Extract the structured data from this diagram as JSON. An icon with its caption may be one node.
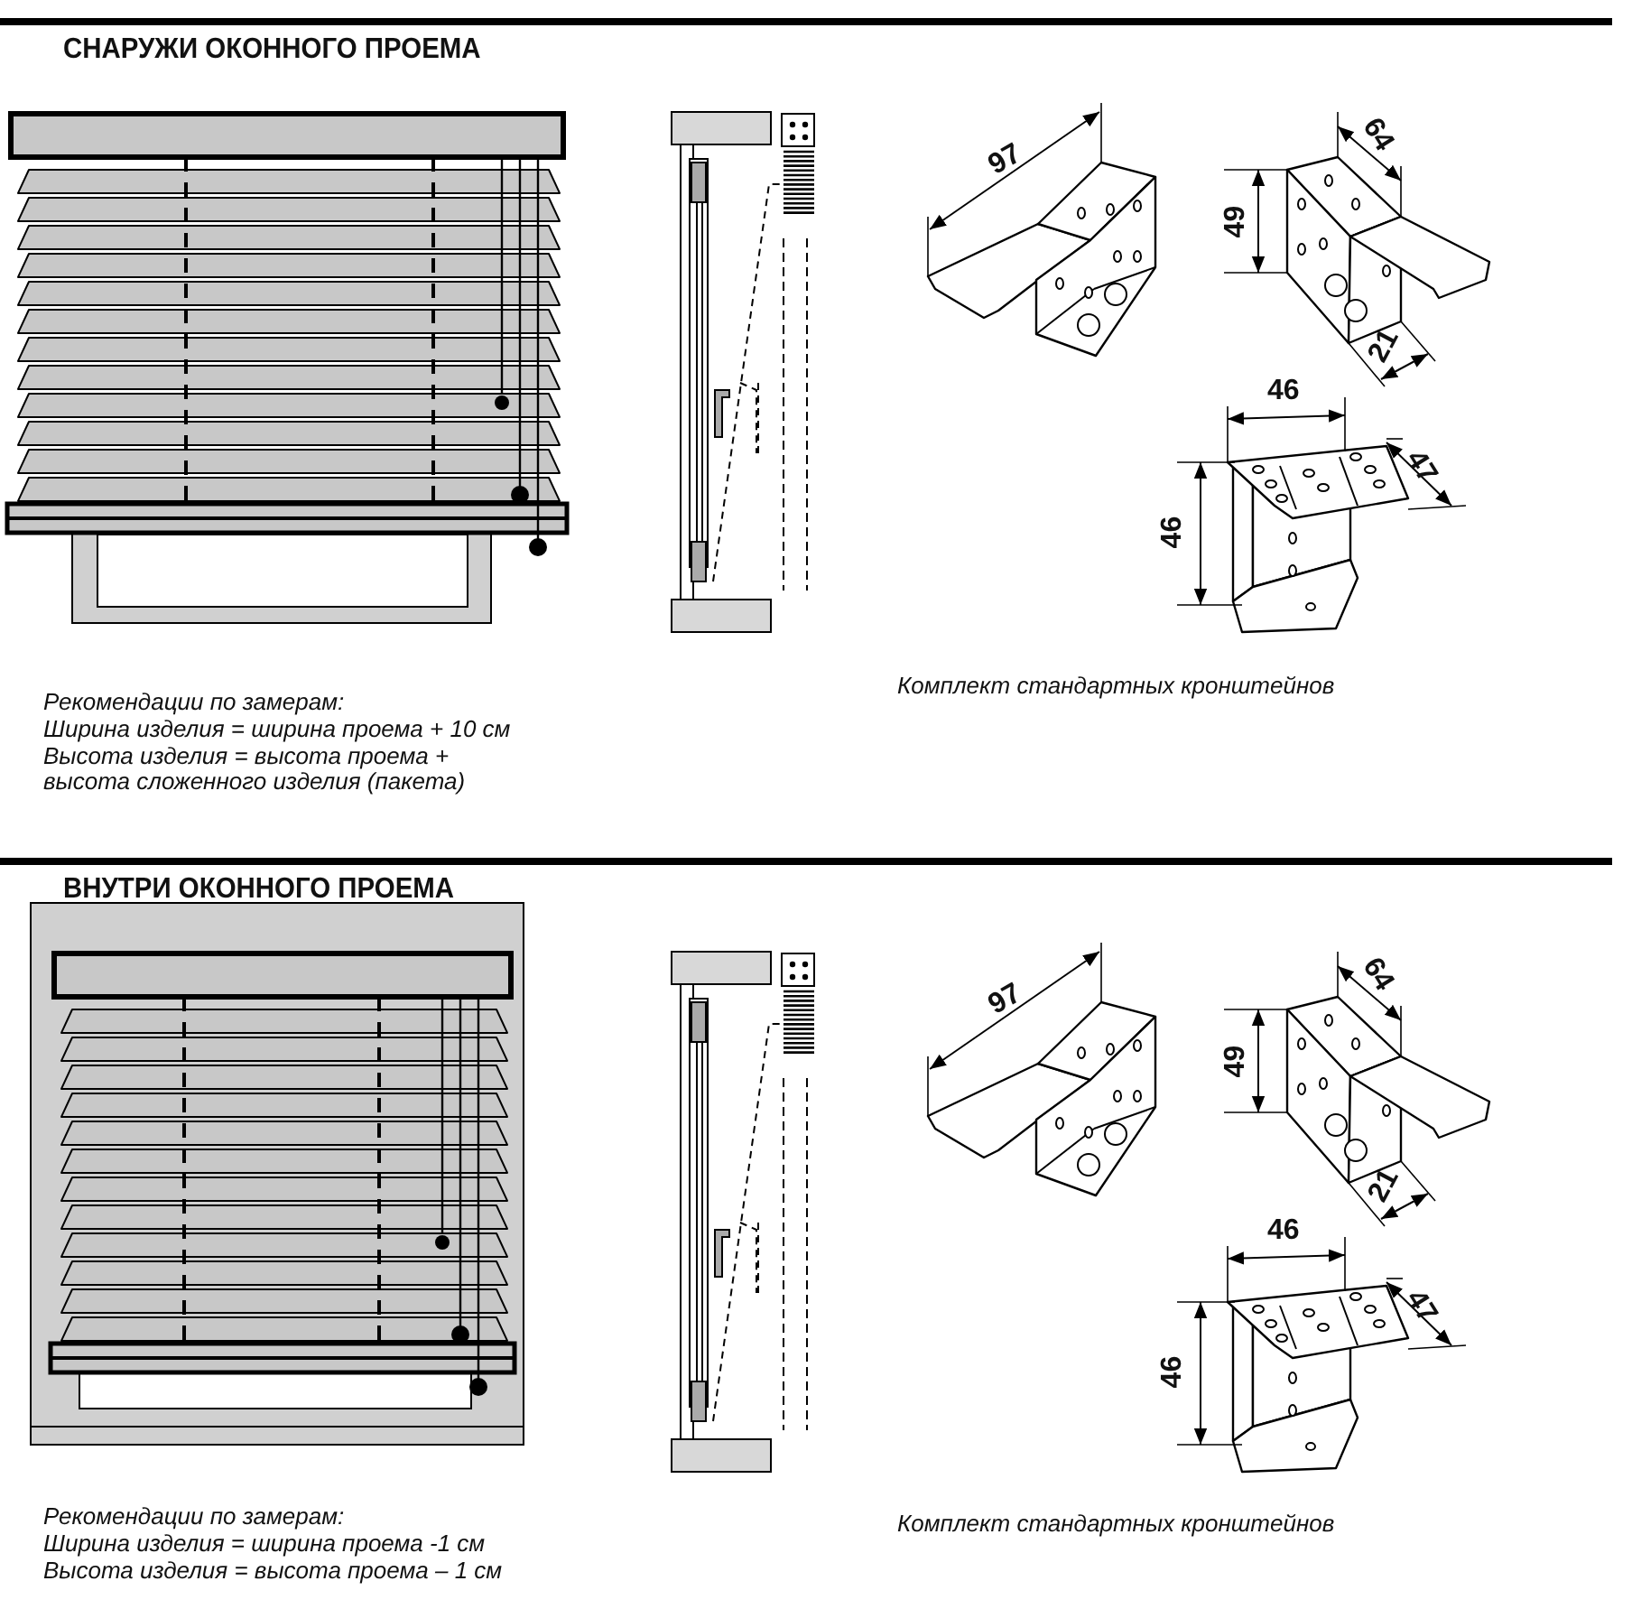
{
  "diagram": {
    "labels": [
      "СНАРУЖИ ОКОННОГО ПРОЕМА",
      "97",
      "64",
      "49",
      "21",
      "46",
      "47",
      "46",
      "Рекомендации по замерам:",
      "Ширина изделия = ширина проема + 10 см",
      "Высота изделия = высота проема + высота сложенного изделия (пакета)",
      "Комплект стандартных кронштейнов",
      "ВНУТРИ ОКОННОГО ПРОЕМА",
      "97",
      "64",
      "49",
      "21",
      "46",
      "47",
      "46",
      "Рекомендации по замерам:",
      "Ширина изделия = ширина проема -1 см",
      "Высота изделия = высота проема – 1 см",
      "Комплект стандартных кронштейнов"
    ]
  }
}
